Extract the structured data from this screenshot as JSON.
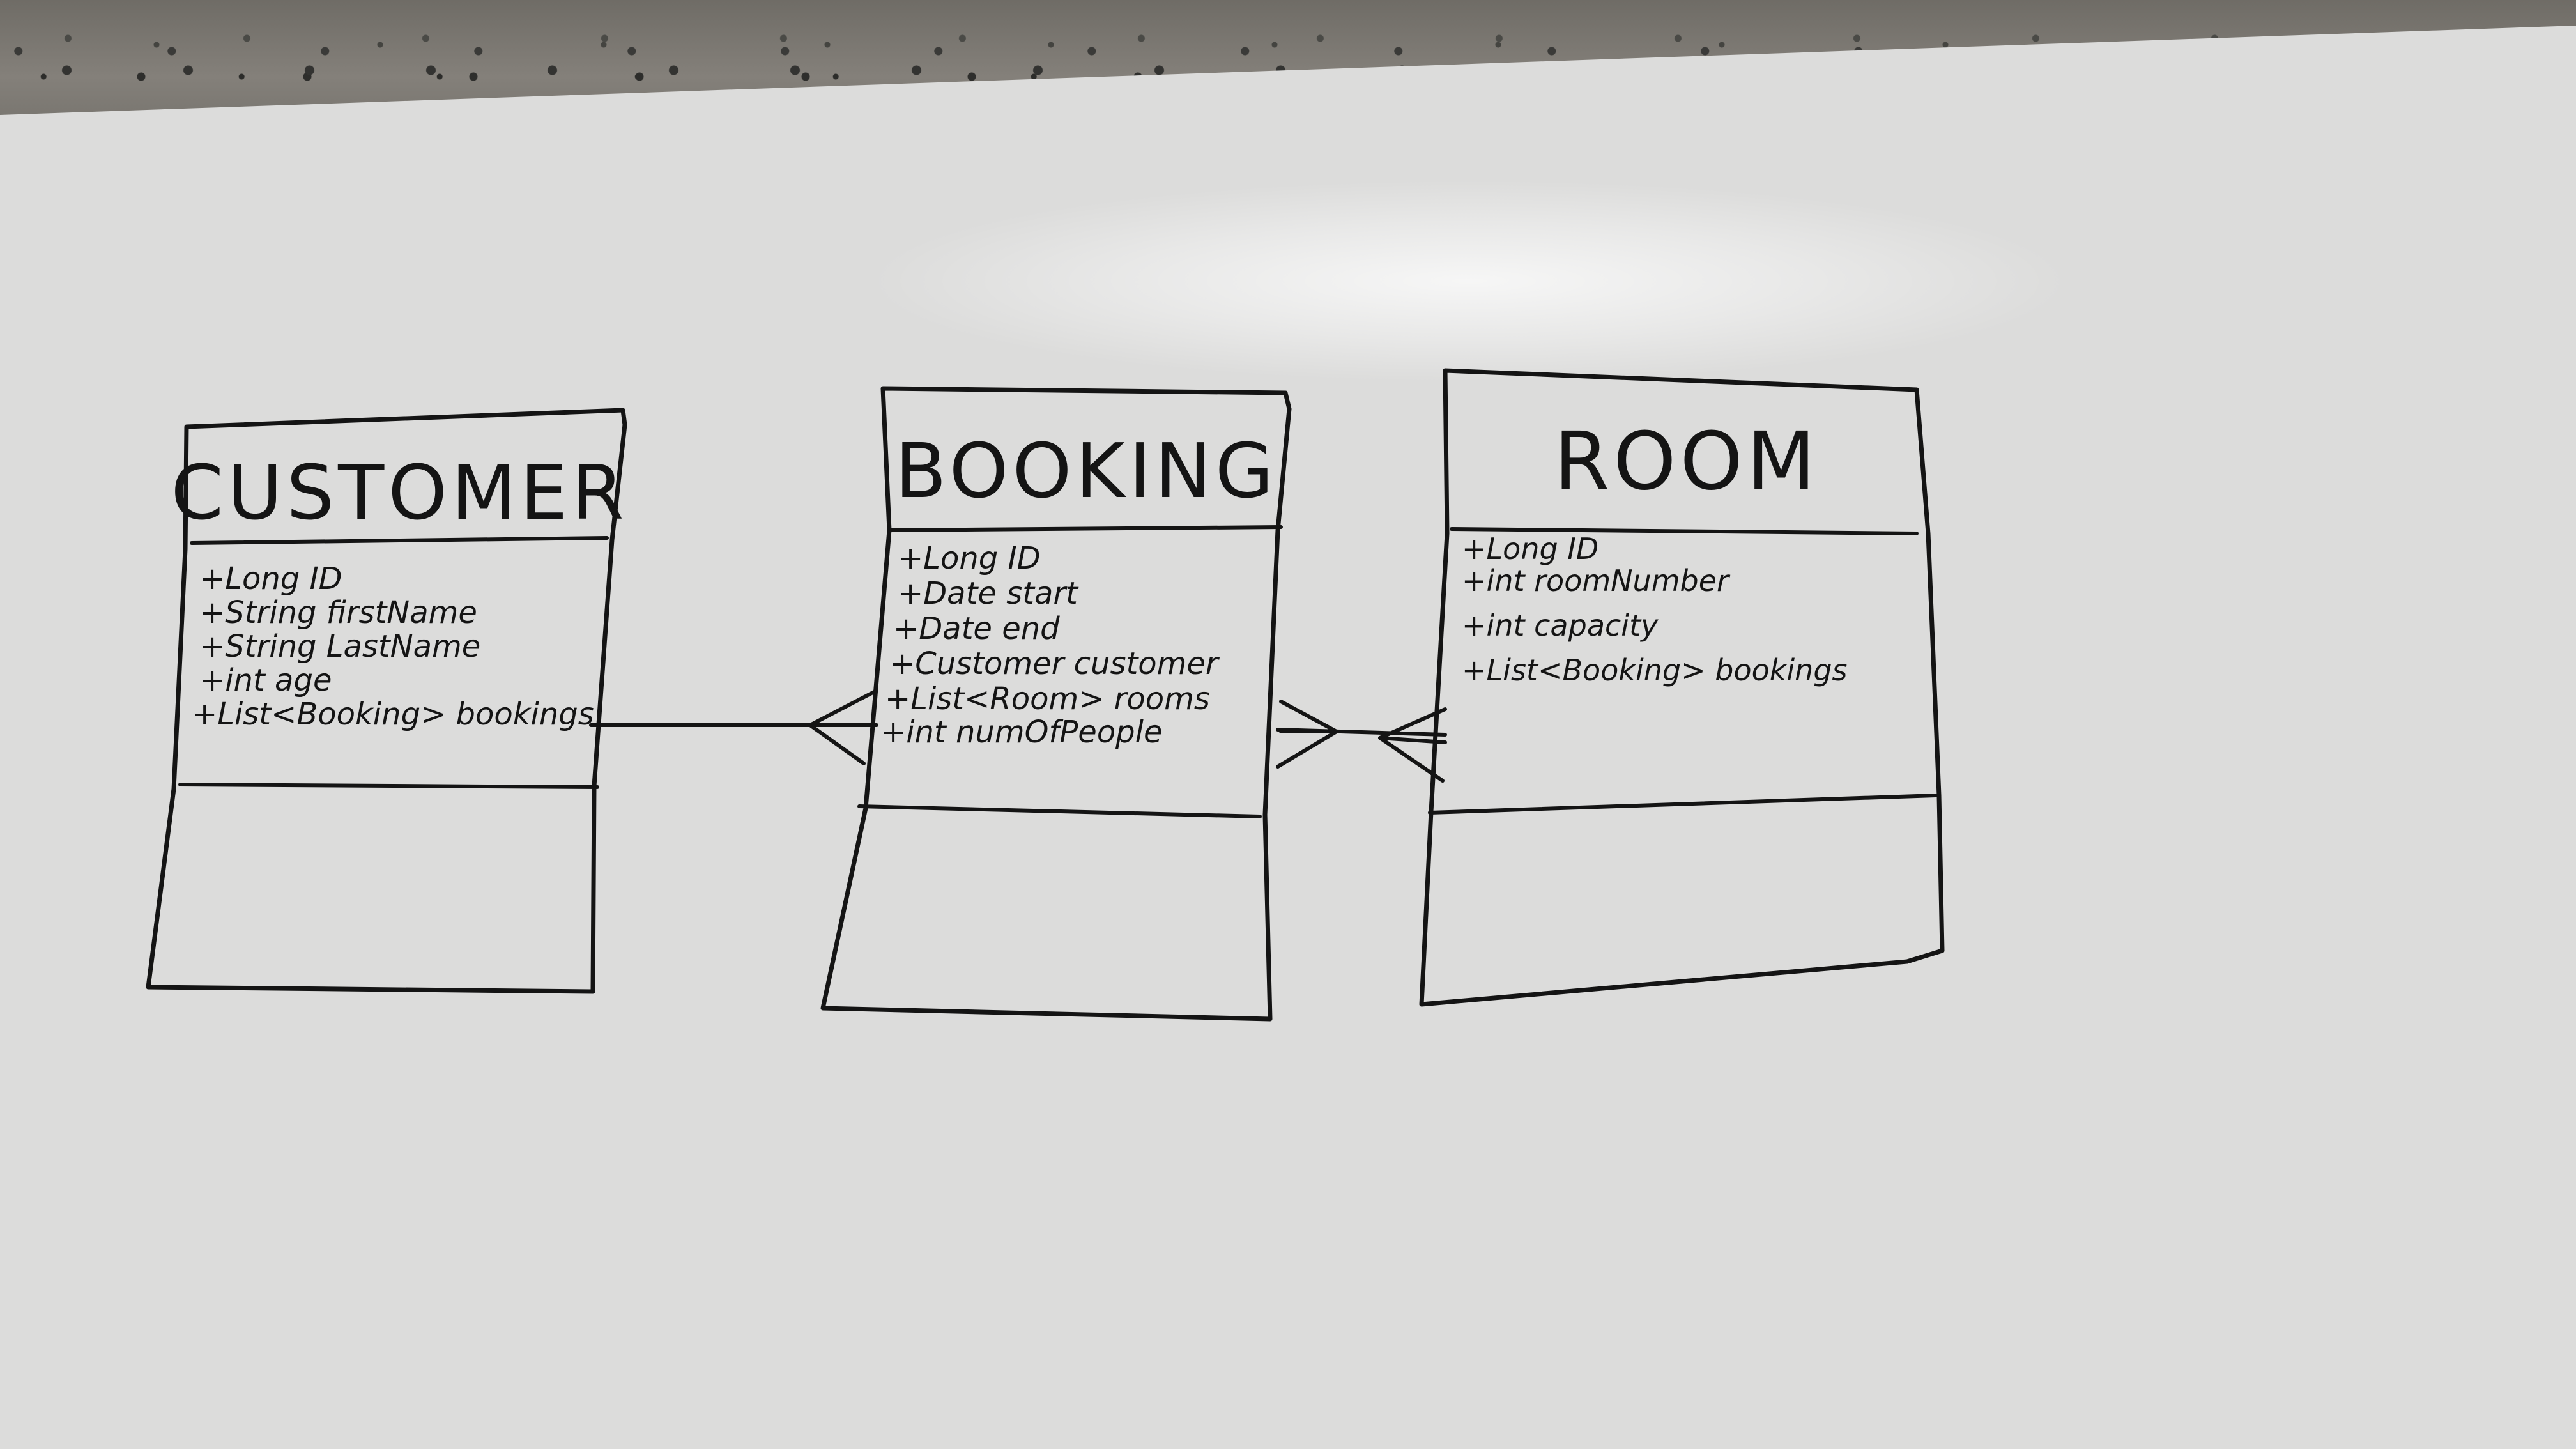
{
  "classes": [
    {
      "name": "Customer",
      "title": "CUSTOMER",
      "attributes": [
        "+Long ID",
        "+String firstName",
        "+String LastName",
        "+int age",
        "+List<Booking> bookings"
      ]
    },
    {
      "name": "Booking",
      "title": "BOOKING",
      "attributes": [
        "+Long ID",
        "+Date start",
        "+Date end",
        "+Customer customer",
        "+List<Room> rooms",
        "+int numOfPeople"
      ]
    },
    {
      "name": "Room",
      "title": "ROOM",
      "attributes": [
        "+Long ID",
        "+int roomNumber",
        "+int capacity",
        "+List<Booking> bookings"
      ]
    }
  ],
  "relationships": [
    {
      "from": "Customer",
      "to": "Booking",
      "from_cardinality": "one",
      "to_cardinality": "many"
    },
    {
      "from": "Booking",
      "to": "Room",
      "from_cardinality": "many",
      "to_cardinality": "many"
    }
  ],
  "colors": {
    "marker": "#141414",
    "board": "#dadada",
    "wall": "#77746e"
  }
}
